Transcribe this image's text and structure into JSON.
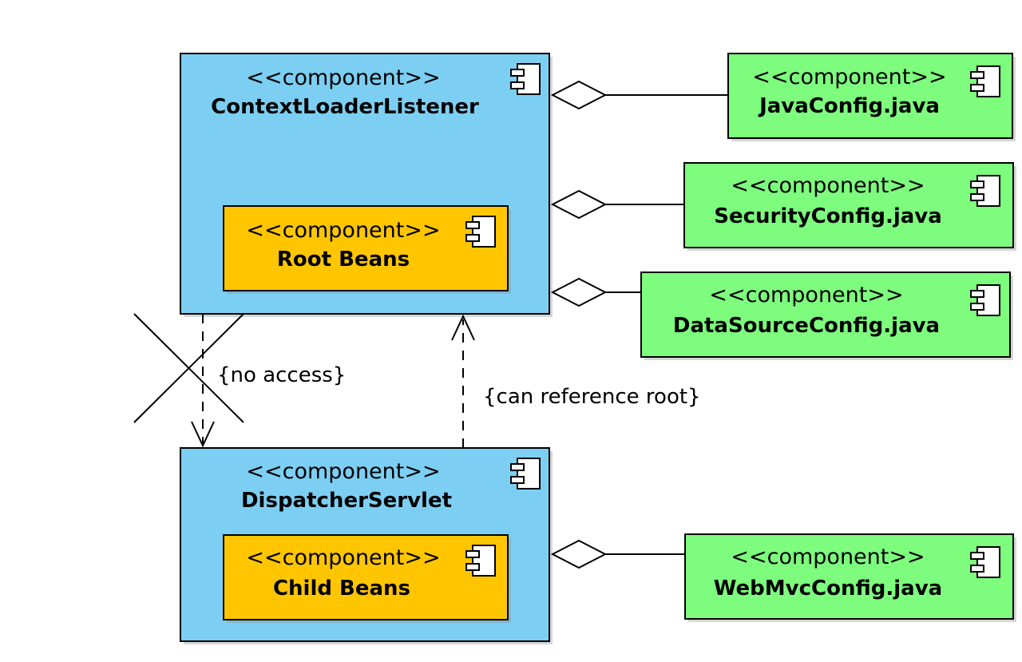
{
  "stereotype": "<<component>>",
  "colors": {
    "container": "#7ccff3",
    "bean": "#ffc600",
    "config": "#7dfc7d"
  },
  "icon": "component-icon",
  "components": {
    "context_loader_listener": {
      "stereotype": "<<component>>",
      "name": "ContextLoaderListener"
    },
    "root_beans": {
      "stereotype": "<<component>>",
      "name": "Root Beans"
    },
    "dispatcher_servlet": {
      "stereotype": "<<component>>",
      "name": "DispatcherServlet"
    },
    "child_beans": {
      "stereotype": "<<component>>",
      "name": "Child Beans"
    },
    "java_config": {
      "stereotype": "<<component>>",
      "name": "JavaConfig.java"
    },
    "security_config": {
      "stereotype": "<<component>>",
      "name": "SecurityConfig.java"
    },
    "datasource_config": {
      "stereotype": "<<component>>",
      "name": "DataSourceConfig.java"
    },
    "webmvc_config": {
      "stereotype": "<<component>>",
      "name": "WebMvcConfig.java"
    }
  },
  "relations": {
    "no_access": "{no access}",
    "can_reference_root": "{can reference root}"
  }
}
